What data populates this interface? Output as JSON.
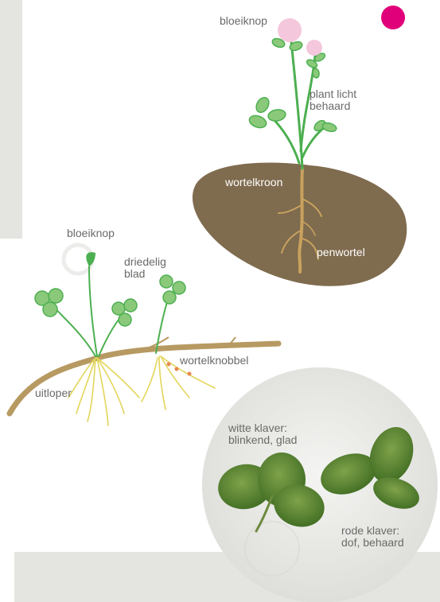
{
  "colors": {
    "panel_grey": "#e4e4e0",
    "soil_brown": "#7f6b4e",
    "stem_green": "#4caf50",
    "leaf_green": "#8bc97a",
    "root_tan": "#c8a25e",
    "root_yellow": "#e3d55a",
    "runner_brown": "#b79a62",
    "flower_pink": "#f5c7dc",
    "nodule_orange": "#e8884f",
    "accent_magenta": "#e0007a"
  },
  "red_clover": {
    "flower_bud": "bloeiknop",
    "hairy": "plant licht\nbehaard",
    "crown": "wortelkroon",
    "taproot": "penwortel"
  },
  "white_clover": {
    "flower_bud": "bloeiknop",
    "leaf": "driedelig\nblad",
    "nodule": "wortelknobbel",
    "runner": "uitloper"
  },
  "leaf_photo": {
    "white_clover": "witte klaver:\nblinkend, glad",
    "red_clover": "rode klaver:\ndof, behaard"
  }
}
